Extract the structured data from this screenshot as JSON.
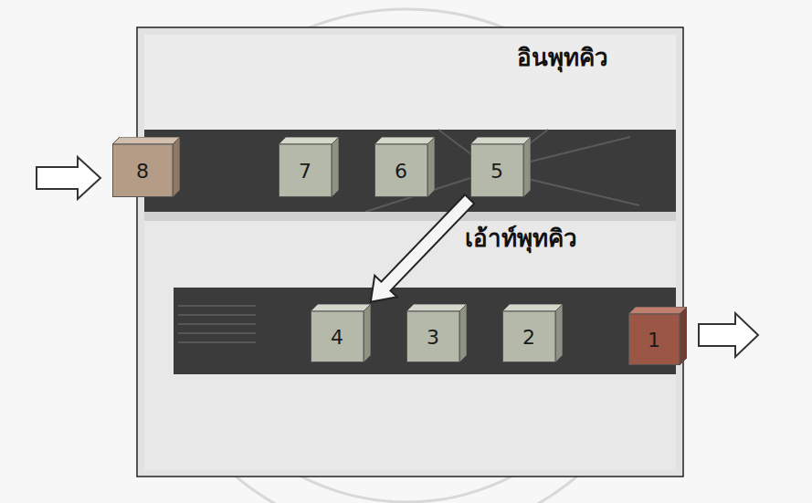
{
  "diagram": {
    "nodes": [
      {
        "text": [
          "อินพุทคิว"
        ]
      },
      {
        "text": [
          "8"
        ]
      },
      {
        "text": [
          "7"
        ],
        "in": 0
      },
      {
        "text": [
          "6"
        ],
        "in": 0
      },
      {
        "text": [
          "5"
        ],
        "in": 0
      },
      {
        "text": [
          "เอ้าท์พุทคิว"
        ]
      },
      {
        "text": [
          "4"
        ],
        "in": 5
      },
      {
        "text": [
          "3"
        ],
        "in": 5
      },
      {
        "text": [
          "2"
        ],
        "in": 5
      },
      {
        "text": [
          "1"
        ]
      }
    ],
    "edges": [
      {
        "from": 4,
        "to": 6,
        "arrow": "to"
      }
    ]
  }
}
